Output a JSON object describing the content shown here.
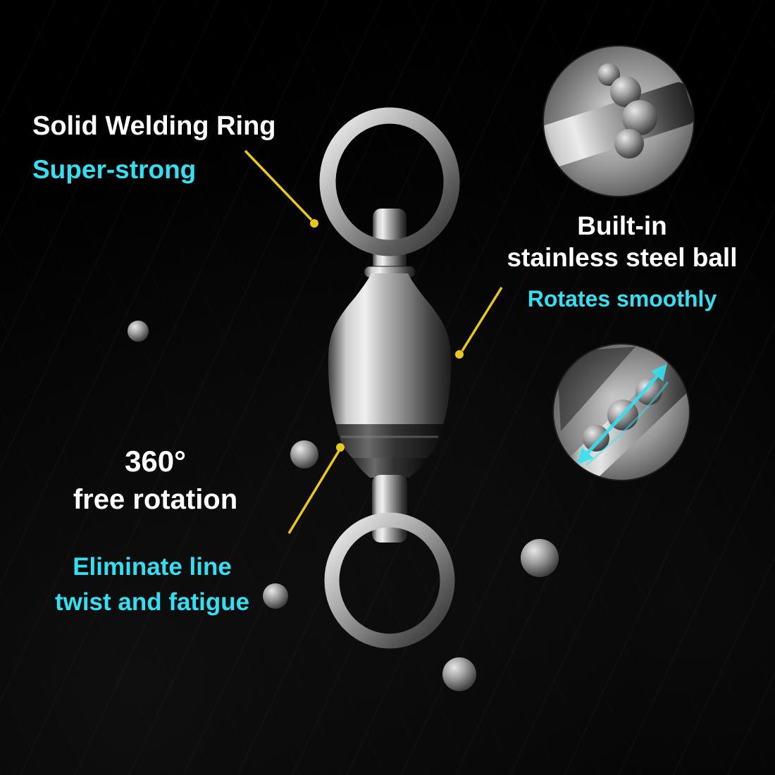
{
  "colors": {
    "accent_cyan": "#35dff2",
    "leader_yellow": "#e8c81a",
    "title_white": "#ffffff",
    "background": "#000000"
  },
  "callouts": {
    "welding_ring": {
      "title": "Solid Welding Ring",
      "subtitle": "Super-strong"
    },
    "steel_ball": {
      "title_line1": "Built-in",
      "title_line2": "stainless steel ball",
      "subtitle": "Rotates smoothly"
    },
    "rotation": {
      "title_line1": "360°",
      "title_line2": "free rotation"
    },
    "line_twist": {
      "line1": "Eliminate line",
      "line2": "twist and fatigue"
    }
  },
  "graphics": {
    "product": "ball-bearing-swivel",
    "insets": [
      "bearing-closeup",
      "rotating-balls"
    ],
    "loose_steel_balls": 5
  }
}
